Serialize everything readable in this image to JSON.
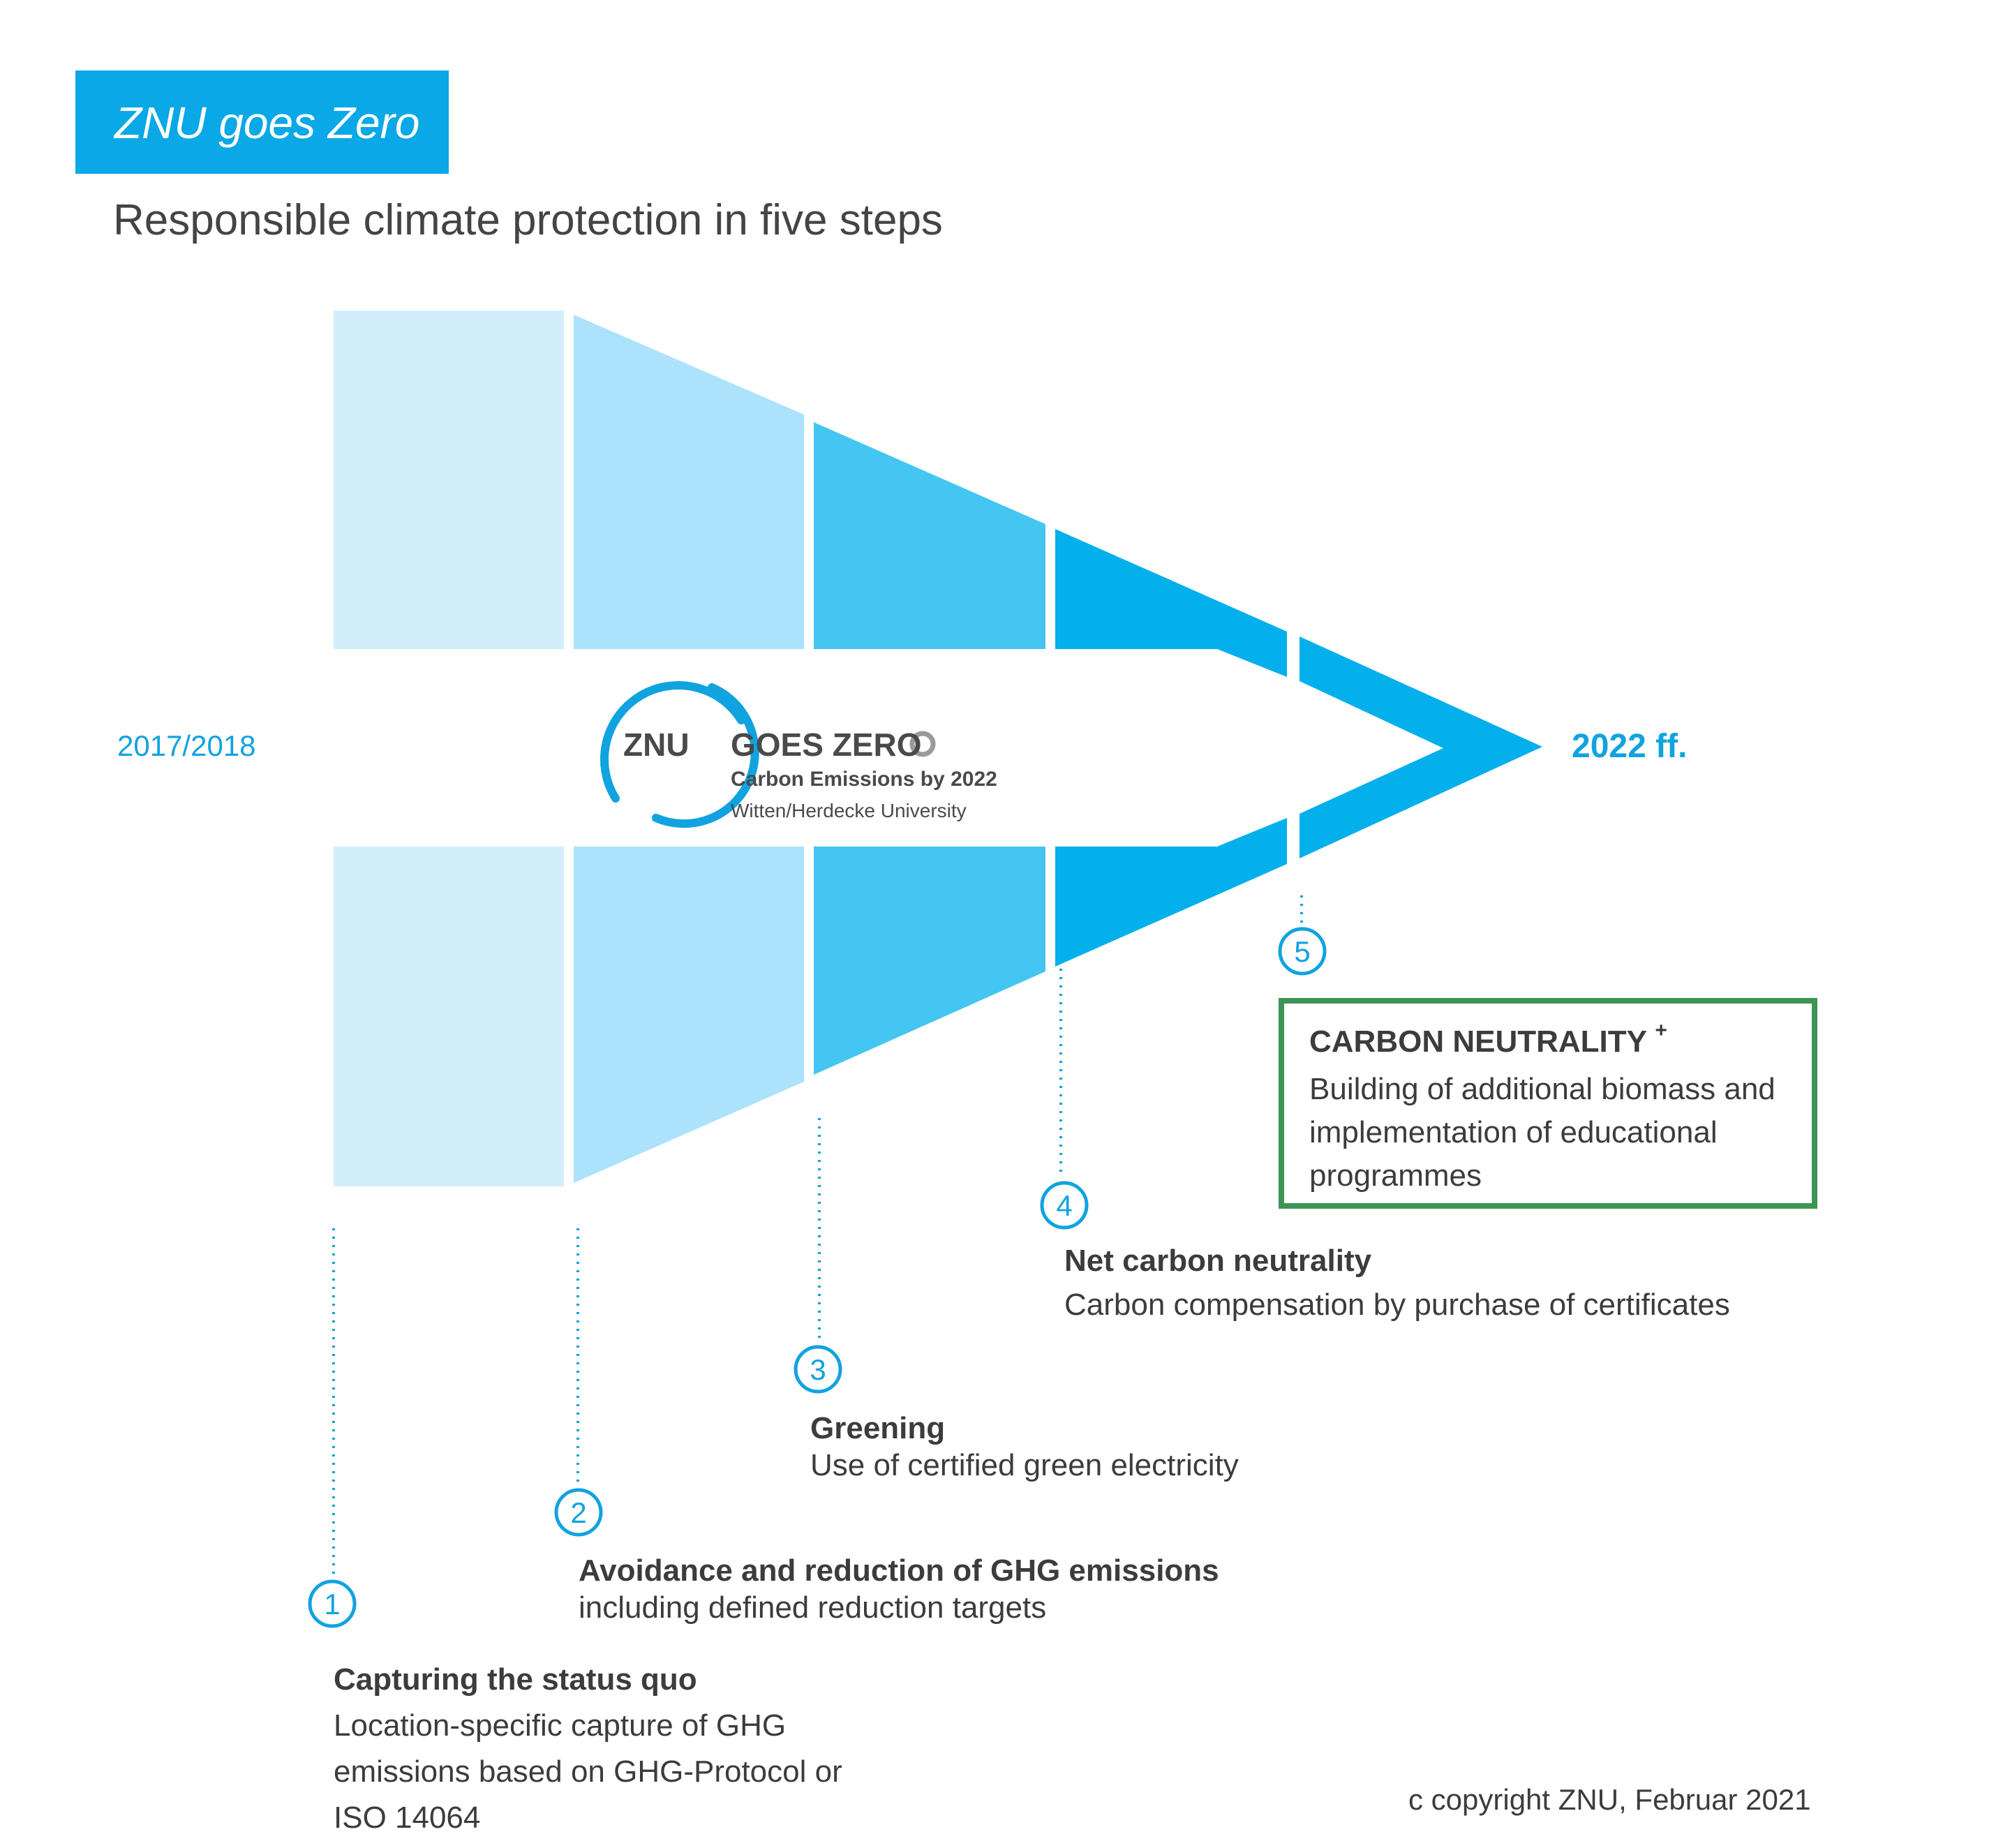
{
  "banner": {
    "title": "ZNU goes Zero"
  },
  "subtitle": "Responsible climate protection in five steps",
  "timeline": {
    "start": "2017/2018",
    "end": "2022 ff."
  },
  "logo": {
    "name_part1": "ZNU",
    "name_part2": "GOES ZERO",
    "tagline": "Carbon Emissions by 2022",
    "institution": "Witten/Herdecke University"
  },
  "colors": {
    "step1": "#d2eefa",
    "step2": "#ace2fb",
    "step3": "#45c6f2",
    "step4": "#04b0ec",
    "step5": "#04b0ec",
    "accent": "#11a3df",
    "box_border": "#3d9455"
  },
  "steps": [
    {
      "number": "1",
      "title": "Capturing the status quo",
      "desc": [
        "Location-specific capture of GHG",
        "emissions based on GHG-Protocol or",
        "ISO 14064"
      ]
    },
    {
      "number": "2",
      "title": "Avoidance and reduction of GHG emissions",
      "desc": [
        "including defined reduction targets"
      ]
    },
    {
      "number": "3",
      "title": "Greening",
      "desc": [
        "Use of certified green electricity"
      ]
    },
    {
      "number": "4",
      "title": "Net carbon neutrality",
      "desc": [
        "Carbon compensation by purchase of certificates"
      ]
    },
    {
      "number": "5",
      "title": "CARBON NEUTRALITY",
      "title_sup": "+",
      "desc": [
        "Building of additional biomass and",
        "implementation of educational",
        "programmes"
      ]
    }
  ],
  "copyright": "c copyright ZNU, Februar 2021"
}
